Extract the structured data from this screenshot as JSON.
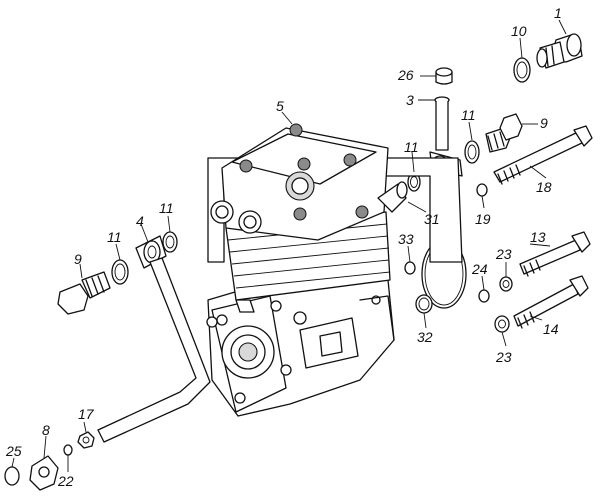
{
  "callouts": [
    {
      "id": "c1",
      "text": "1"
    },
    {
      "id": "c10",
      "text": "10"
    },
    {
      "id": "c26",
      "text": "26"
    },
    {
      "id": "c3",
      "text": "3"
    },
    {
      "id": "c5",
      "text": "5"
    },
    {
      "id": "c11a",
      "text": "11"
    },
    {
      "id": "c9a",
      "text": "9"
    },
    {
      "id": "c11b",
      "text": "11"
    },
    {
      "id": "c18",
      "text": "18"
    },
    {
      "id": "c19",
      "text": "19"
    },
    {
      "id": "c31",
      "text": "31"
    },
    {
      "id": "c4",
      "text": "4"
    },
    {
      "id": "c11c",
      "text": "11"
    },
    {
      "id": "c11d",
      "text": "11"
    },
    {
      "id": "c9b",
      "text": "9"
    },
    {
      "id": "c33",
      "text": "33"
    },
    {
      "id": "c13",
      "text": "13"
    },
    {
      "id": "c23a",
      "text": "23"
    },
    {
      "id": "c24",
      "text": "24"
    },
    {
      "id": "c14",
      "text": "14"
    },
    {
      "id": "c32",
      "text": "32"
    },
    {
      "id": "c23b",
      "text": "23"
    },
    {
      "id": "c17",
      "text": "17"
    },
    {
      "id": "c8",
      "text": "8"
    },
    {
      "id": "c25",
      "text": "25"
    },
    {
      "id": "c22",
      "text": "22"
    }
  ]
}
